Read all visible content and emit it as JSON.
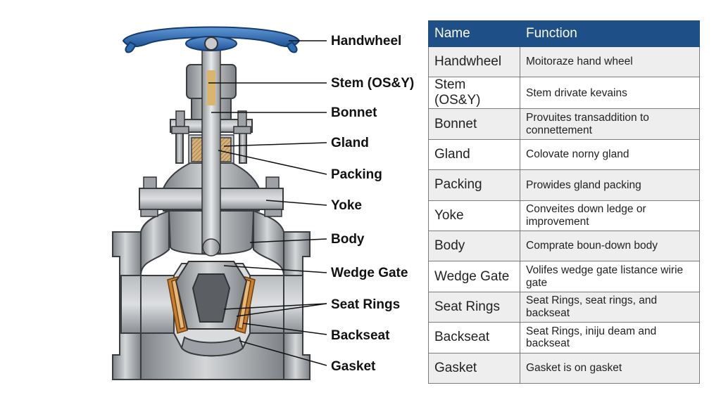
{
  "callouts": [
    "Handwheel",
    "Stem (OS&Y)",
    "Bonnet",
    "Gland",
    "Packing",
    "Yoke",
    "Body",
    "Wedge Gate",
    "Seat Rings",
    "Backseat",
    "Gasket"
  ],
  "table": {
    "headers": {
      "name": "Name",
      "function": "Function"
    },
    "rows": [
      {
        "name": "Handwheel",
        "function": "Moitoraze hand wheel"
      },
      {
        "name": "Stem (OS&Y)",
        "function": "Stem drivate kevains"
      },
      {
        "name": "Bonnet",
        "function": "Provuites transaddition to connettement"
      },
      {
        "name": "Gland",
        "function": "Colovate norny gland"
      },
      {
        "name": "Packing",
        "function": "Prowides gland packing"
      },
      {
        "name": "Yoke",
        "function": "Conveites down ledge or improvement"
      },
      {
        "name": "Body",
        "function": "Comprate boun-down body"
      },
      {
        "name": "Wedge Gate",
        "function": "Volifes wedge gate listance wirie gate"
      },
      {
        "name": "Seat Rings",
        "function": "Seat Rings, seat rings, and backseat"
      },
      {
        "name": "Backseat",
        "function": "Seat Rings, iniju deam and backseat"
      },
      {
        "name": "Gasket",
        "function": "Gasket is on gasket"
      }
    ]
  },
  "colors": {
    "handwheel": "#2e6db4",
    "header": "#1e4f86",
    "metal": "#a7aaad",
    "packing": "#c8a266",
    "seat": "#c7802f"
  }
}
